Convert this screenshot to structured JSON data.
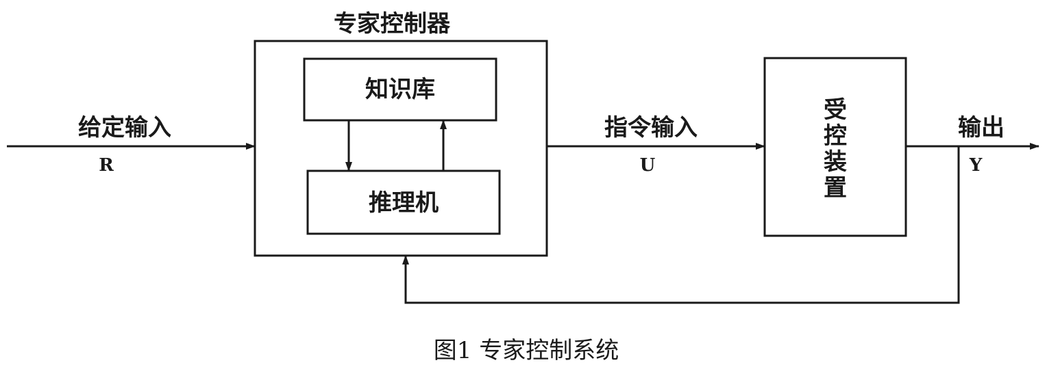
{
  "diagram": {
    "controller_title": "专家控制器",
    "knowledge_base": "知识库",
    "inference_engine": "推理机",
    "plant": [
      "受",
      "控",
      "装",
      "置"
    ],
    "given_input": "给定输入",
    "given_input_symbol": "R",
    "command_input": "指令输入",
    "command_input_symbol": "U",
    "output": "输出",
    "output_symbol": "Y",
    "caption": "图1 专家控制系统"
  }
}
